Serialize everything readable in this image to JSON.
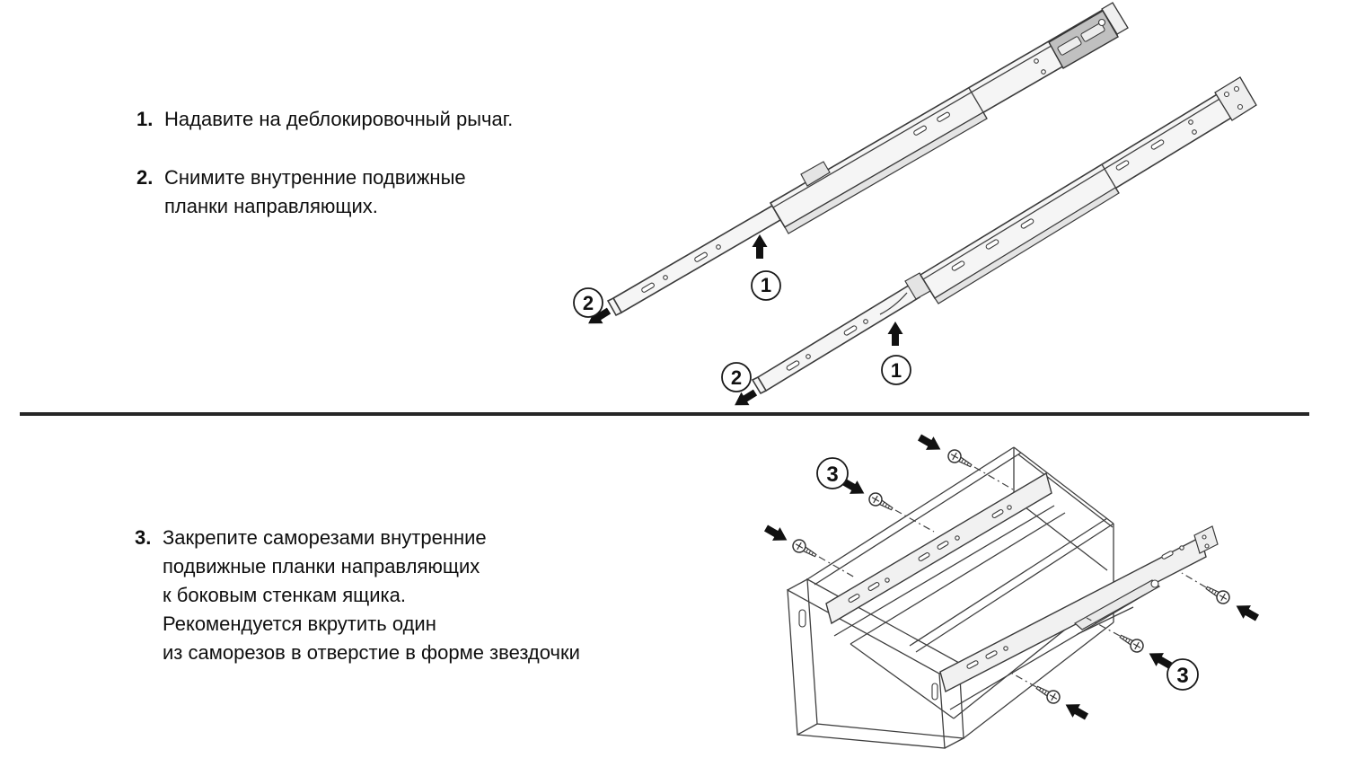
{
  "instructions": {
    "step1": {
      "number": "1.",
      "lines": [
        "Надавите на деблокировочный рычаг."
      ]
    },
    "step2": {
      "number": "2.",
      "lines": [
        "Снимите внутренние подвижные",
        "планки направляющих."
      ]
    },
    "step3": {
      "number": "3.",
      "lines": [
        "Закрепите саморезами внутренние",
        "подвижные планки направляющих",
        "к боковым стенкам ящика.",
        "Рекомендуется вкрутить один",
        "из саморезов в отверстие в форме звездочки"
      ]
    }
  },
  "callouts": {
    "step1": "1",
    "step2": "2",
    "step3": "3"
  },
  "colors": {
    "line": "#3a3a3a",
    "rail_fill": "#f5f5f5",
    "cassette_fill": "#c0c0c0",
    "divider": "#262626",
    "arrow": "#111111",
    "background": "#ffffff"
  }
}
